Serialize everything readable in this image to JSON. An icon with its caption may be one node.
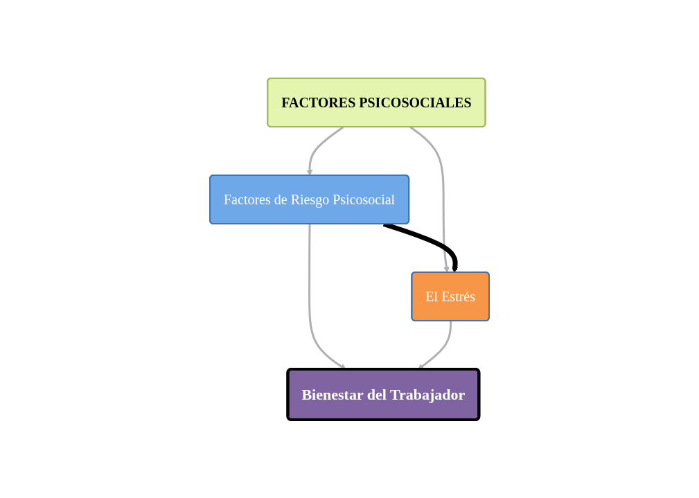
{
  "diagram": {
    "nodes": [
      {
        "text": [
          "FACTORES PSICOSOCIALES"
        ]
      },
      {
        "text": [
          "Factores de Riesgo Psicosocial"
        ]
      },
      {
        "text": [
          "El Estrés"
        ]
      },
      {
        "text": [
          "Bienestar del Trabajador"
        ]
      }
    ],
    "edges": [
      {
        "from": 0,
        "to": 1,
        "arrow": "to"
      },
      {
        "from": 0,
        "to": 2,
        "arrow": "to"
      },
      {
        "from": 1,
        "to": 2,
        "arrow": "to",
        "style": "thick",
        "color": "#000000"
      },
      {
        "from": 1,
        "to": 3,
        "arrow": "to"
      },
      {
        "from": 2,
        "to": 3,
        "arrow": "to"
      }
    ]
  }
}
